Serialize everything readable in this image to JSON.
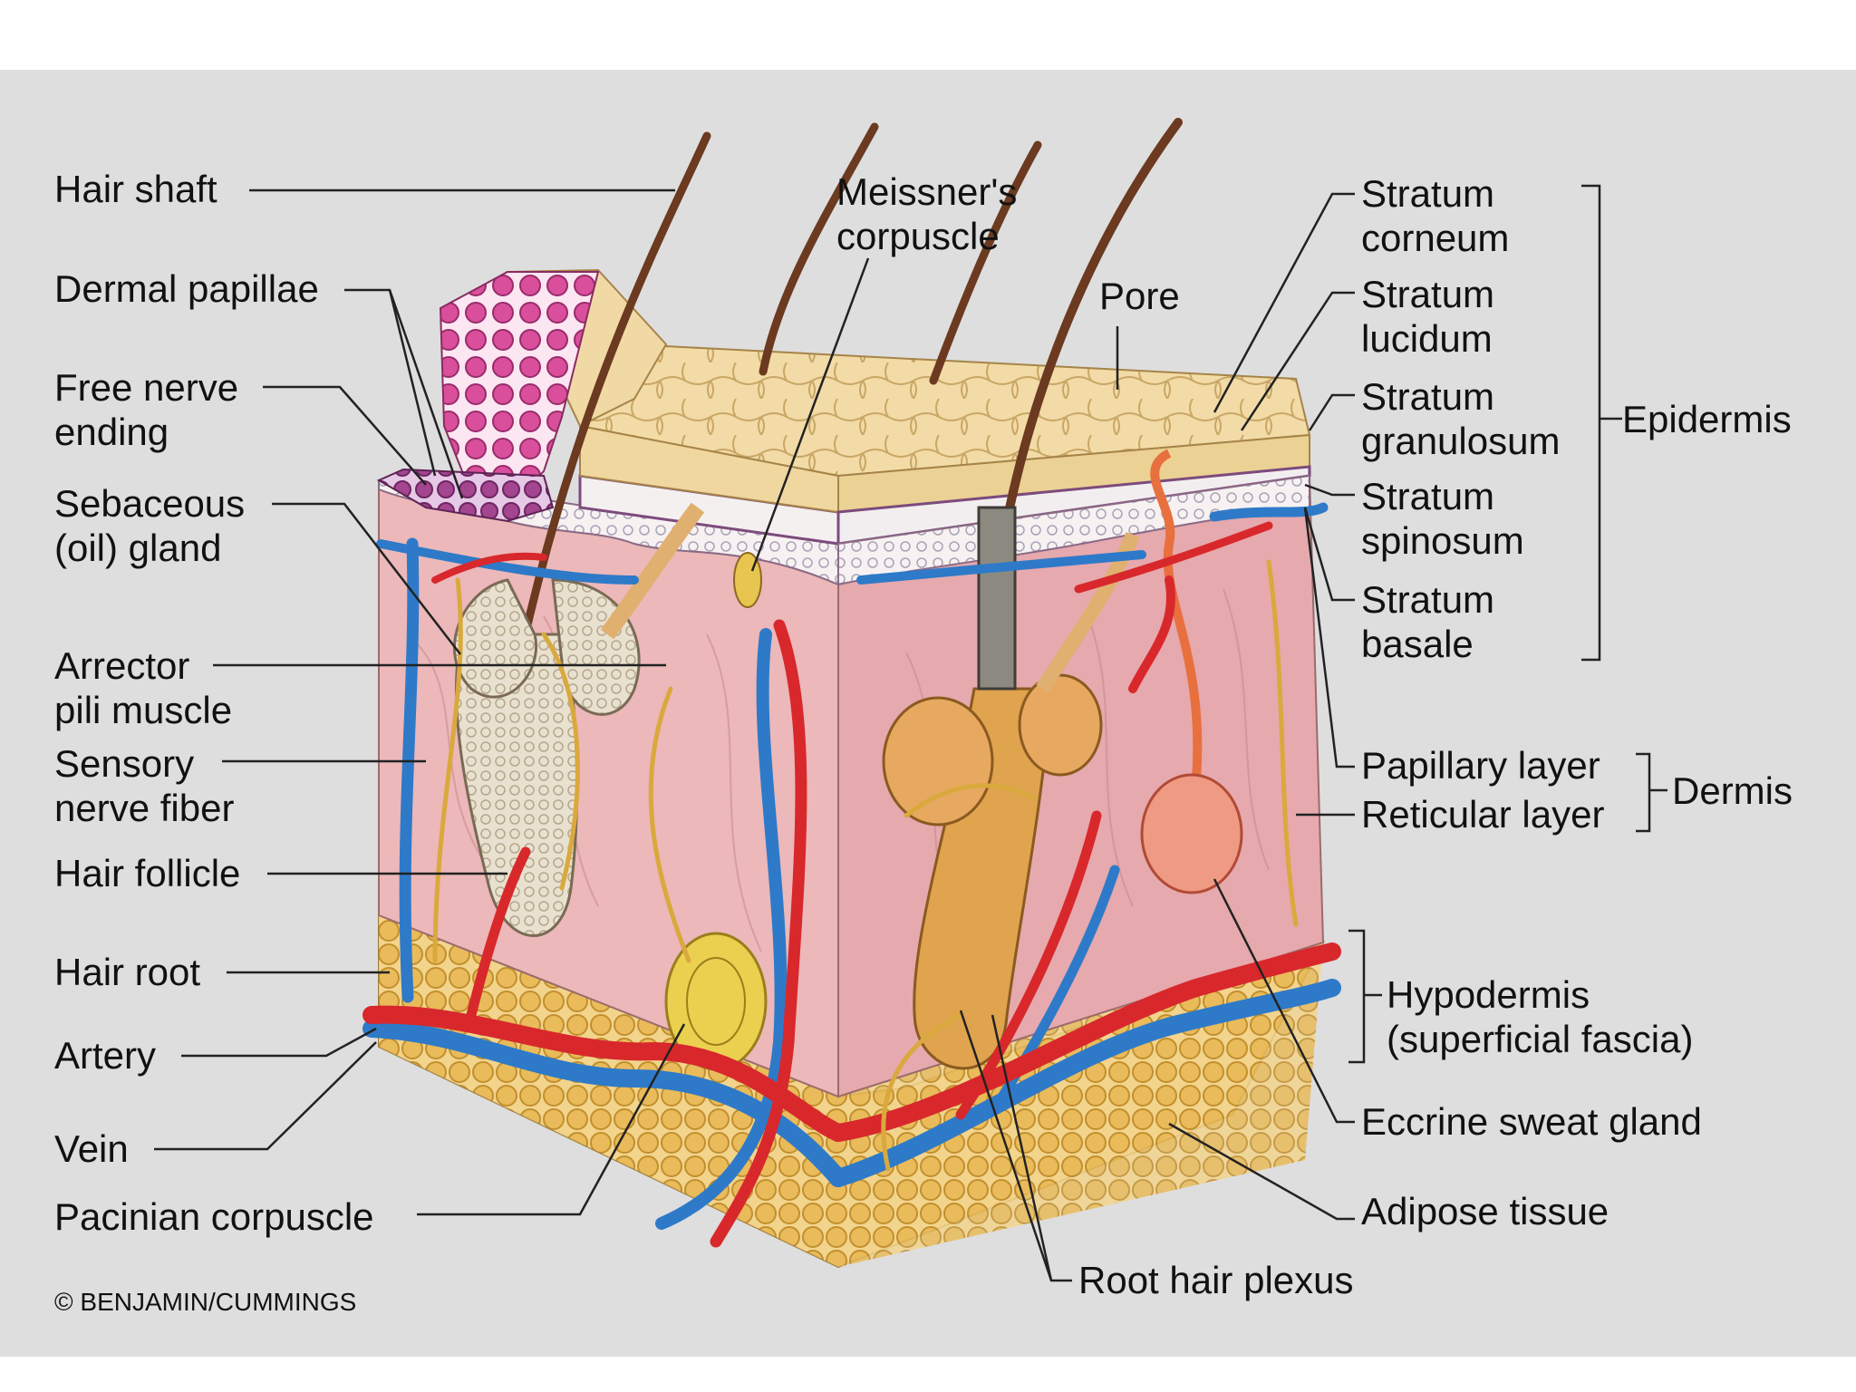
{
  "labels": {
    "hair_shaft": "Hair shaft",
    "dermal_papillae": "Dermal papillae",
    "free_nerve_ending": "Free nerve\nending",
    "sebaceous_gland": "Sebaceous\n(oil) gland",
    "arrector_pili": "Arrector\npili muscle",
    "sensory_nerve": "Sensory\nnerve fiber",
    "hair_follicle": "Hair follicle",
    "hair_root": "Hair root",
    "artery": "Artery",
    "vein": "Vein",
    "pacinian": "Pacinian corpuscle",
    "meissner": "Meissner's\ncorpuscle",
    "pore": "Pore",
    "stratum_corneum": "Stratum\ncorneum",
    "stratum_lucidum": "Stratum\nlucidum",
    "stratum_granulosum": "Stratum\ngranulosum",
    "stratum_spinosum": "Stratum\nspinosum",
    "stratum_basale": "Stratum\nbasale",
    "epidermis": "Epidermis",
    "papillary_layer": "Papillary layer",
    "reticular_layer": "Reticular layer",
    "dermis": "Dermis",
    "hypodermis": "Hypodermis\n(superficial fascia)",
    "eccrine": "Eccrine sweat gland",
    "adipose": "Adipose tissue",
    "root_hair_plexus": "Root hair plexus"
  },
  "copyright": "© BENJAMIN/CUMMINGS",
  "colors": {
    "background": "#dedede",
    "epidermis": "#f0d7a0",
    "dermis": "#eab4b4",
    "artery": "#d8282c",
    "vein": "#2e7ac9",
    "adipose": "#e9c06a",
    "nerve": "#d9a93d",
    "leader_line": "#222222"
  }
}
